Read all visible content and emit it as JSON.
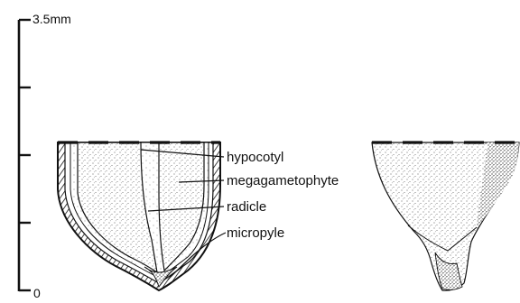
{
  "scale": {
    "top_label": "3.5mm",
    "bottom_label": "0"
  },
  "labels": [
    {
      "id": "hypocotyl",
      "text": "hypocotyl"
    },
    {
      "id": "megagametophyte",
      "text": "megagametophyte"
    },
    {
      "id": "radicle",
      "text": "radicle"
    },
    {
      "id": "micropyle",
      "text": "micropyle"
    }
  ],
  "colors": {
    "ink": "#111111",
    "paper": "#ffffff"
  }
}
